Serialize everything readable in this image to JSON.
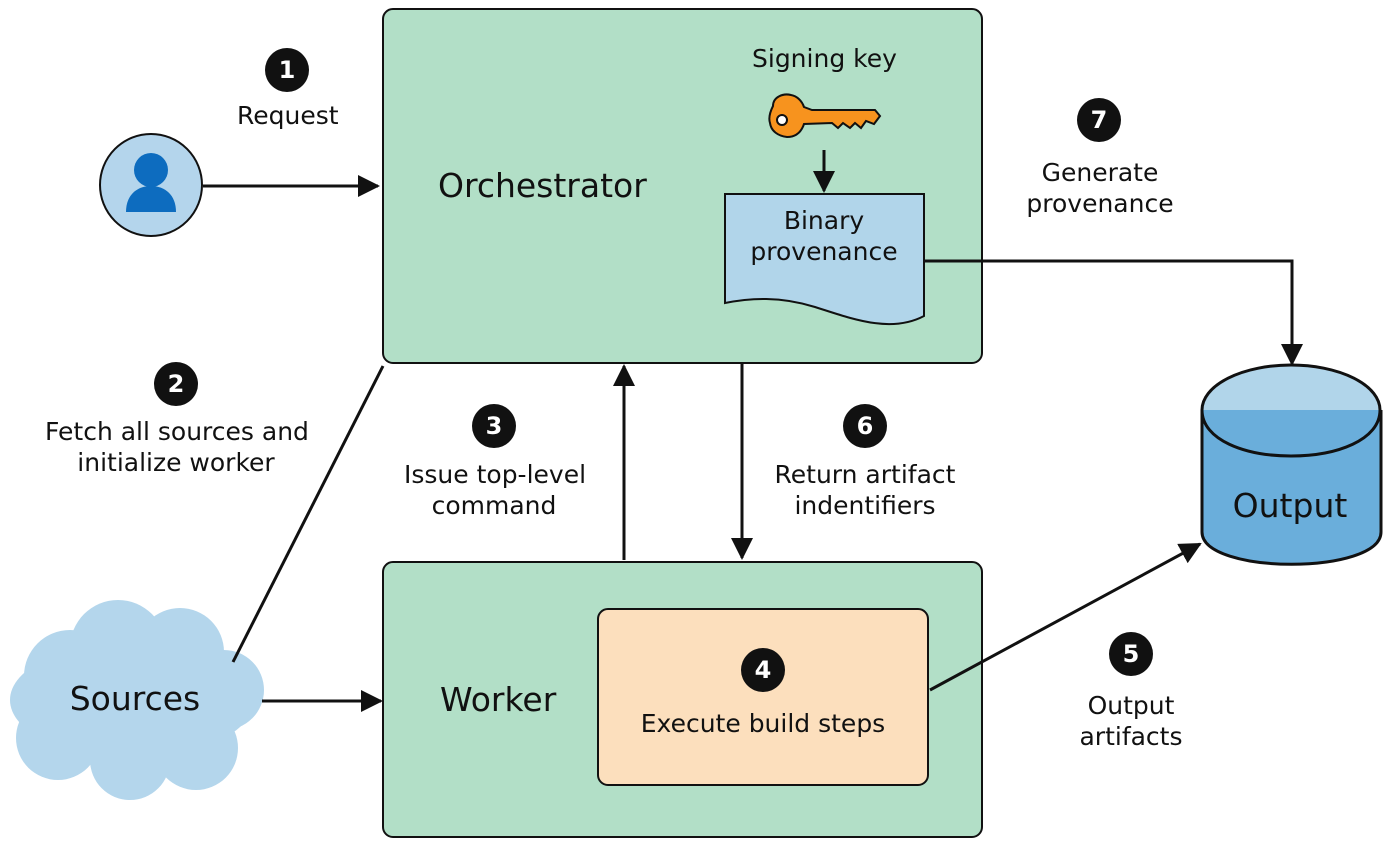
{
  "nodes": {
    "orchestrator": "Orchestrator",
    "worker": "Worker",
    "signing_key": "Signing key",
    "binary_provenance": [
      "Binary",
      "provenance"
    ],
    "execute_steps": "Execute build steps",
    "sources": "Sources",
    "output": "Output"
  },
  "steps": [
    {
      "number": "1",
      "label": [
        "Request"
      ]
    },
    {
      "number": "2",
      "label": [
        "Fetch all sources and",
        "initialize worker"
      ]
    },
    {
      "number": "3",
      "label": [
        "Issue top-level",
        "command"
      ]
    },
    {
      "number": "4",
      "label": [
        "Execute build steps"
      ]
    },
    {
      "number": "5",
      "label": [
        "Output",
        "artifacts"
      ]
    },
    {
      "number": "6",
      "label": [
        "Return artifact",
        "indentifiers"
      ]
    },
    {
      "number": "7",
      "label": [
        "Generate",
        "provenance"
      ]
    }
  ],
  "colors": {
    "box_green": "#b2dfc7",
    "build_steps_fill": "#fcdfbd",
    "provenance_fill": "#b1d5ea",
    "cloud_fill": "#b4d6ec",
    "db_top": "#b1d5ea",
    "db_body": "#6aaedb",
    "key_orange": "#f7931e",
    "user_blue": "#0d6cbf",
    "user_circle": "#b4d5ec"
  },
  "icons": {
    "user": "user-icon",
    "key": "key-icon",
    "cloud": "cloud-shape",
    "database": "database-cylinder"
  }
}
